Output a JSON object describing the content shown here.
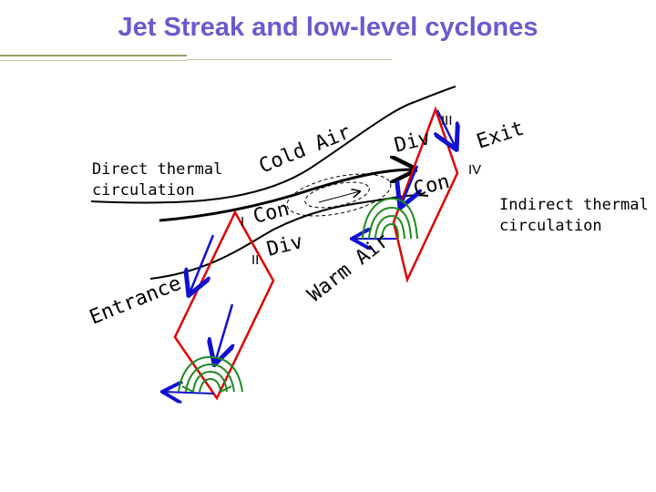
{
  "title": "Jet Streak and low-level cyclones",
  "labels": {
    "direct_thermal": [
      "Direct thermal",
      "circulation"
    ],
    "indirect_thermal": [
      "Indirect thermal",
      "circulation"
    ],
    "cold_air": "Cold Air",
    "warm_air": "Warm Air",
    "entrance": "Entrance",
    "exit": "Exit",
    "quadrant_I": "I",
    "quadrant_II": "II",
    "quadrant_III": "III",
    "quadrant_IV": "IV",
    "con_left": "Con",
    "div_left": "Div",
    "div_right": "Div",
    "con_right": "Con"
  },
  "colors": {
    "title": "#6a5acd",
    "circulation": "#e00000",
    "arrows": "#1010d0",
    "cyclone": "#1f8a1f",
    "jet": "#000000"
  }
}
